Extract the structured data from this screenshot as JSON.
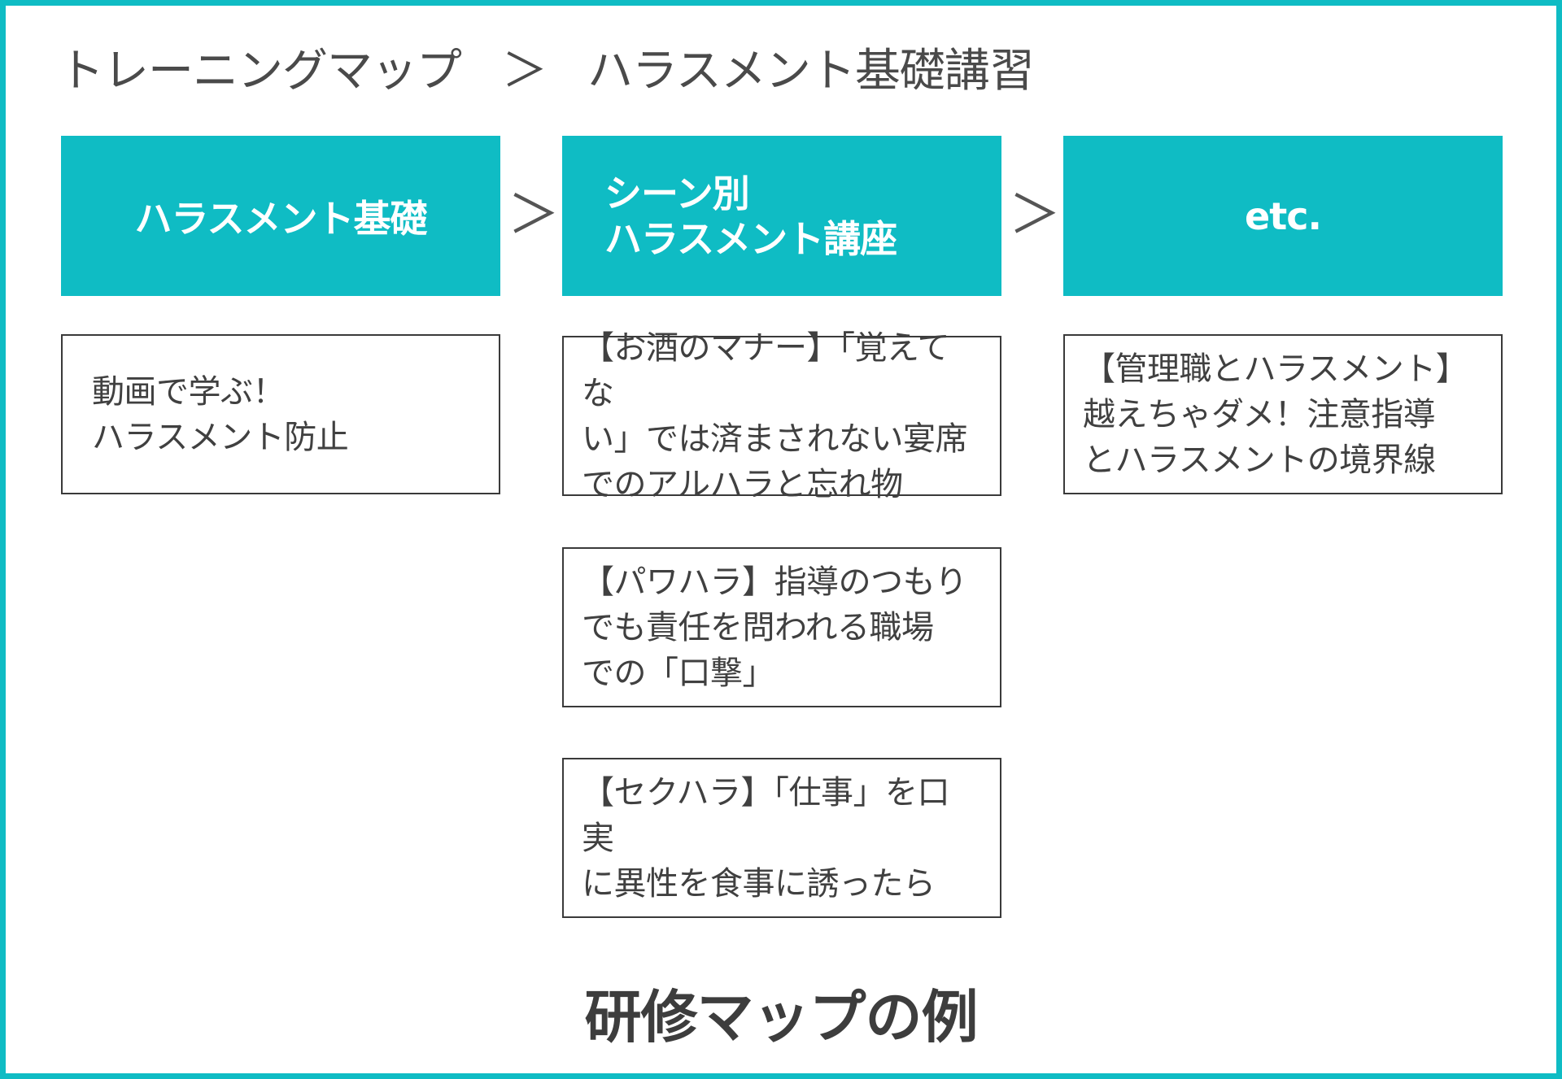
{
  "breadcrumb": {
    "root": "トレーニングマップ",
    "separator": "＞",
    "current": "ハラスメント基礎講習"
  },
  "stages": [
    {
      "lines": [
        "ハラスメント基礎"
      ]
    },
    {
      "lines": [
        "シーン別",
        "ハラスメント講座"
      ]
    },
    {
      "lines": [
        "etc."
      ]
    }
  ],
  "stage_arrow": "＞",
  "courses": {
    "col1": [
      {
        "lines": [
          "動画で学ぶ！",
          "ハラスメント防止"
        ]
      }
    ],
    "col2": [
      {
        "lines": [
          "【お酒のマナー】「覚えてな",
          "い」では済まされない宴席",
          "でのアルハラと忘れ物"
        ]
      },
      {
        "lines": [
          "【パワハラ】指導のつもり",
          "でも責任を問われる職場",
          "での「口撃」"
        ]
      },
      {
        "lines": [
          "【セクハラ】「仕事」を口実",
          "に異性を食事に誘ったら"
        ]
      }
    ],
    "col3": [
      {
        "lines": [
          "【管理職とハラスメント】",
          "越えちゃダメ！注意指導",
          "とハラスメントの境界線"
        ]
      }
    ]
  },
  "caption": "研修マップの例",
  "colors": {
    "accent": "#0fbcc4",
    "text": "#3d3d3d",
    "box_border": "#3a3a3a"
  }
}
